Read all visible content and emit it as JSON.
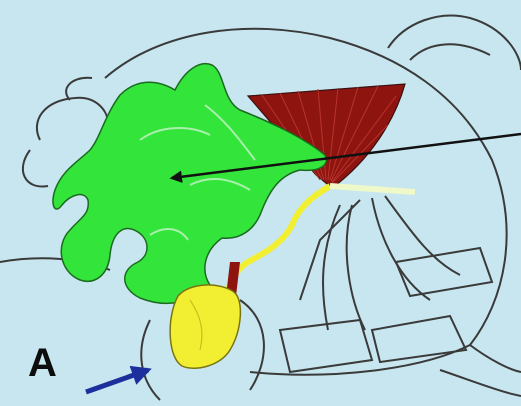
{
  "figure": {
    "panel_label": "A"
  },
  "colors": {
    "background": "#c7e6ef",
    "outline": "#3a3a3a",
    "green_region": "#33e53a",
    "red_fan": "#8e1410",
    "yellow_region": "#f2ef33",
    "yellow_gland_pale": "#eff8c8",
    "black_arrow": "#111111",
    "blue_arrow": "#1c2f9c"
  },
  "elements": {
    "green_region": "green-structure",
    "red_fan": "red-fan-structure",
    "yellow_region": "yellow-gland",
    "black_arrow": "pointer-arrow",
    "blue_arrow": "indicator-arrow"
  }
}
